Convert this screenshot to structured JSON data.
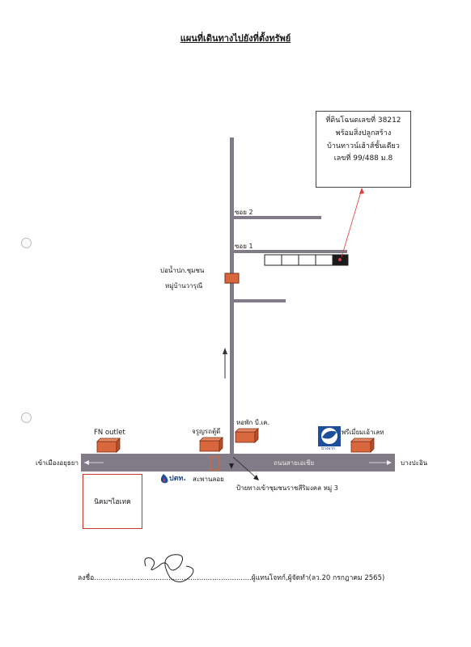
{
  "title": "แผนที่เดินทางไปยังที่ตั้งทรัพย์",
  "callout": {
    "line1": "ที่ดินโฉนดเลขที่ 38212",
    "line2": "พร้อมสิ่งปลูกสร้าง",
    "line3": "บ้านทาวน์เฮ้าส์ชั้นเดียว",
    "line4": "เลขที่ 99/488 ม.8"
  },
  "roads": {
    "soi2": "ซอย 2",
    "soi1": "ซอย 1",
    "main_road": "ถนนสายเอเชีย",
    "left_direction": "เข้าเมืองอยุธยา",
    "right_direction": "บางปะอิน"
  },
  "landmarks": {
    "water_tank": "บ่อน้ำปภ.ชุมชน",
    "village": "หมู่บ้านวารุณี",
    "fn_outlet": "FN outlet",
    "charoen": "จรูญรถตู้ดี",
    "dorm": "หอพัก บี.เค.",
    "premium": "พรีเมี่ยมเอ้าเลท",
    "ptt_logo": "ปตท.",
    "bangchak_logo": "บางจาก",
    "bridge": "สะพานลอย",
    "entrance_sign": "ป้ายทางเข้าชุมชนราชสีริมงคล หมู่ 3",
    "industrial": "นิคมฯไฮเทค"
  },
  "signature": {
    "text": "ลงชื่อ........................................................................ผู้แทนโจทก์,ผู้จัดทำ(ลว.20 กรกฎาคม 2565)"
  },
  "colors": {
    "road": "#807b86",
    "building": "#d9673e",
    "arrow": "#e23b3b",
    "target": "#1a1a1a"
  }
}
